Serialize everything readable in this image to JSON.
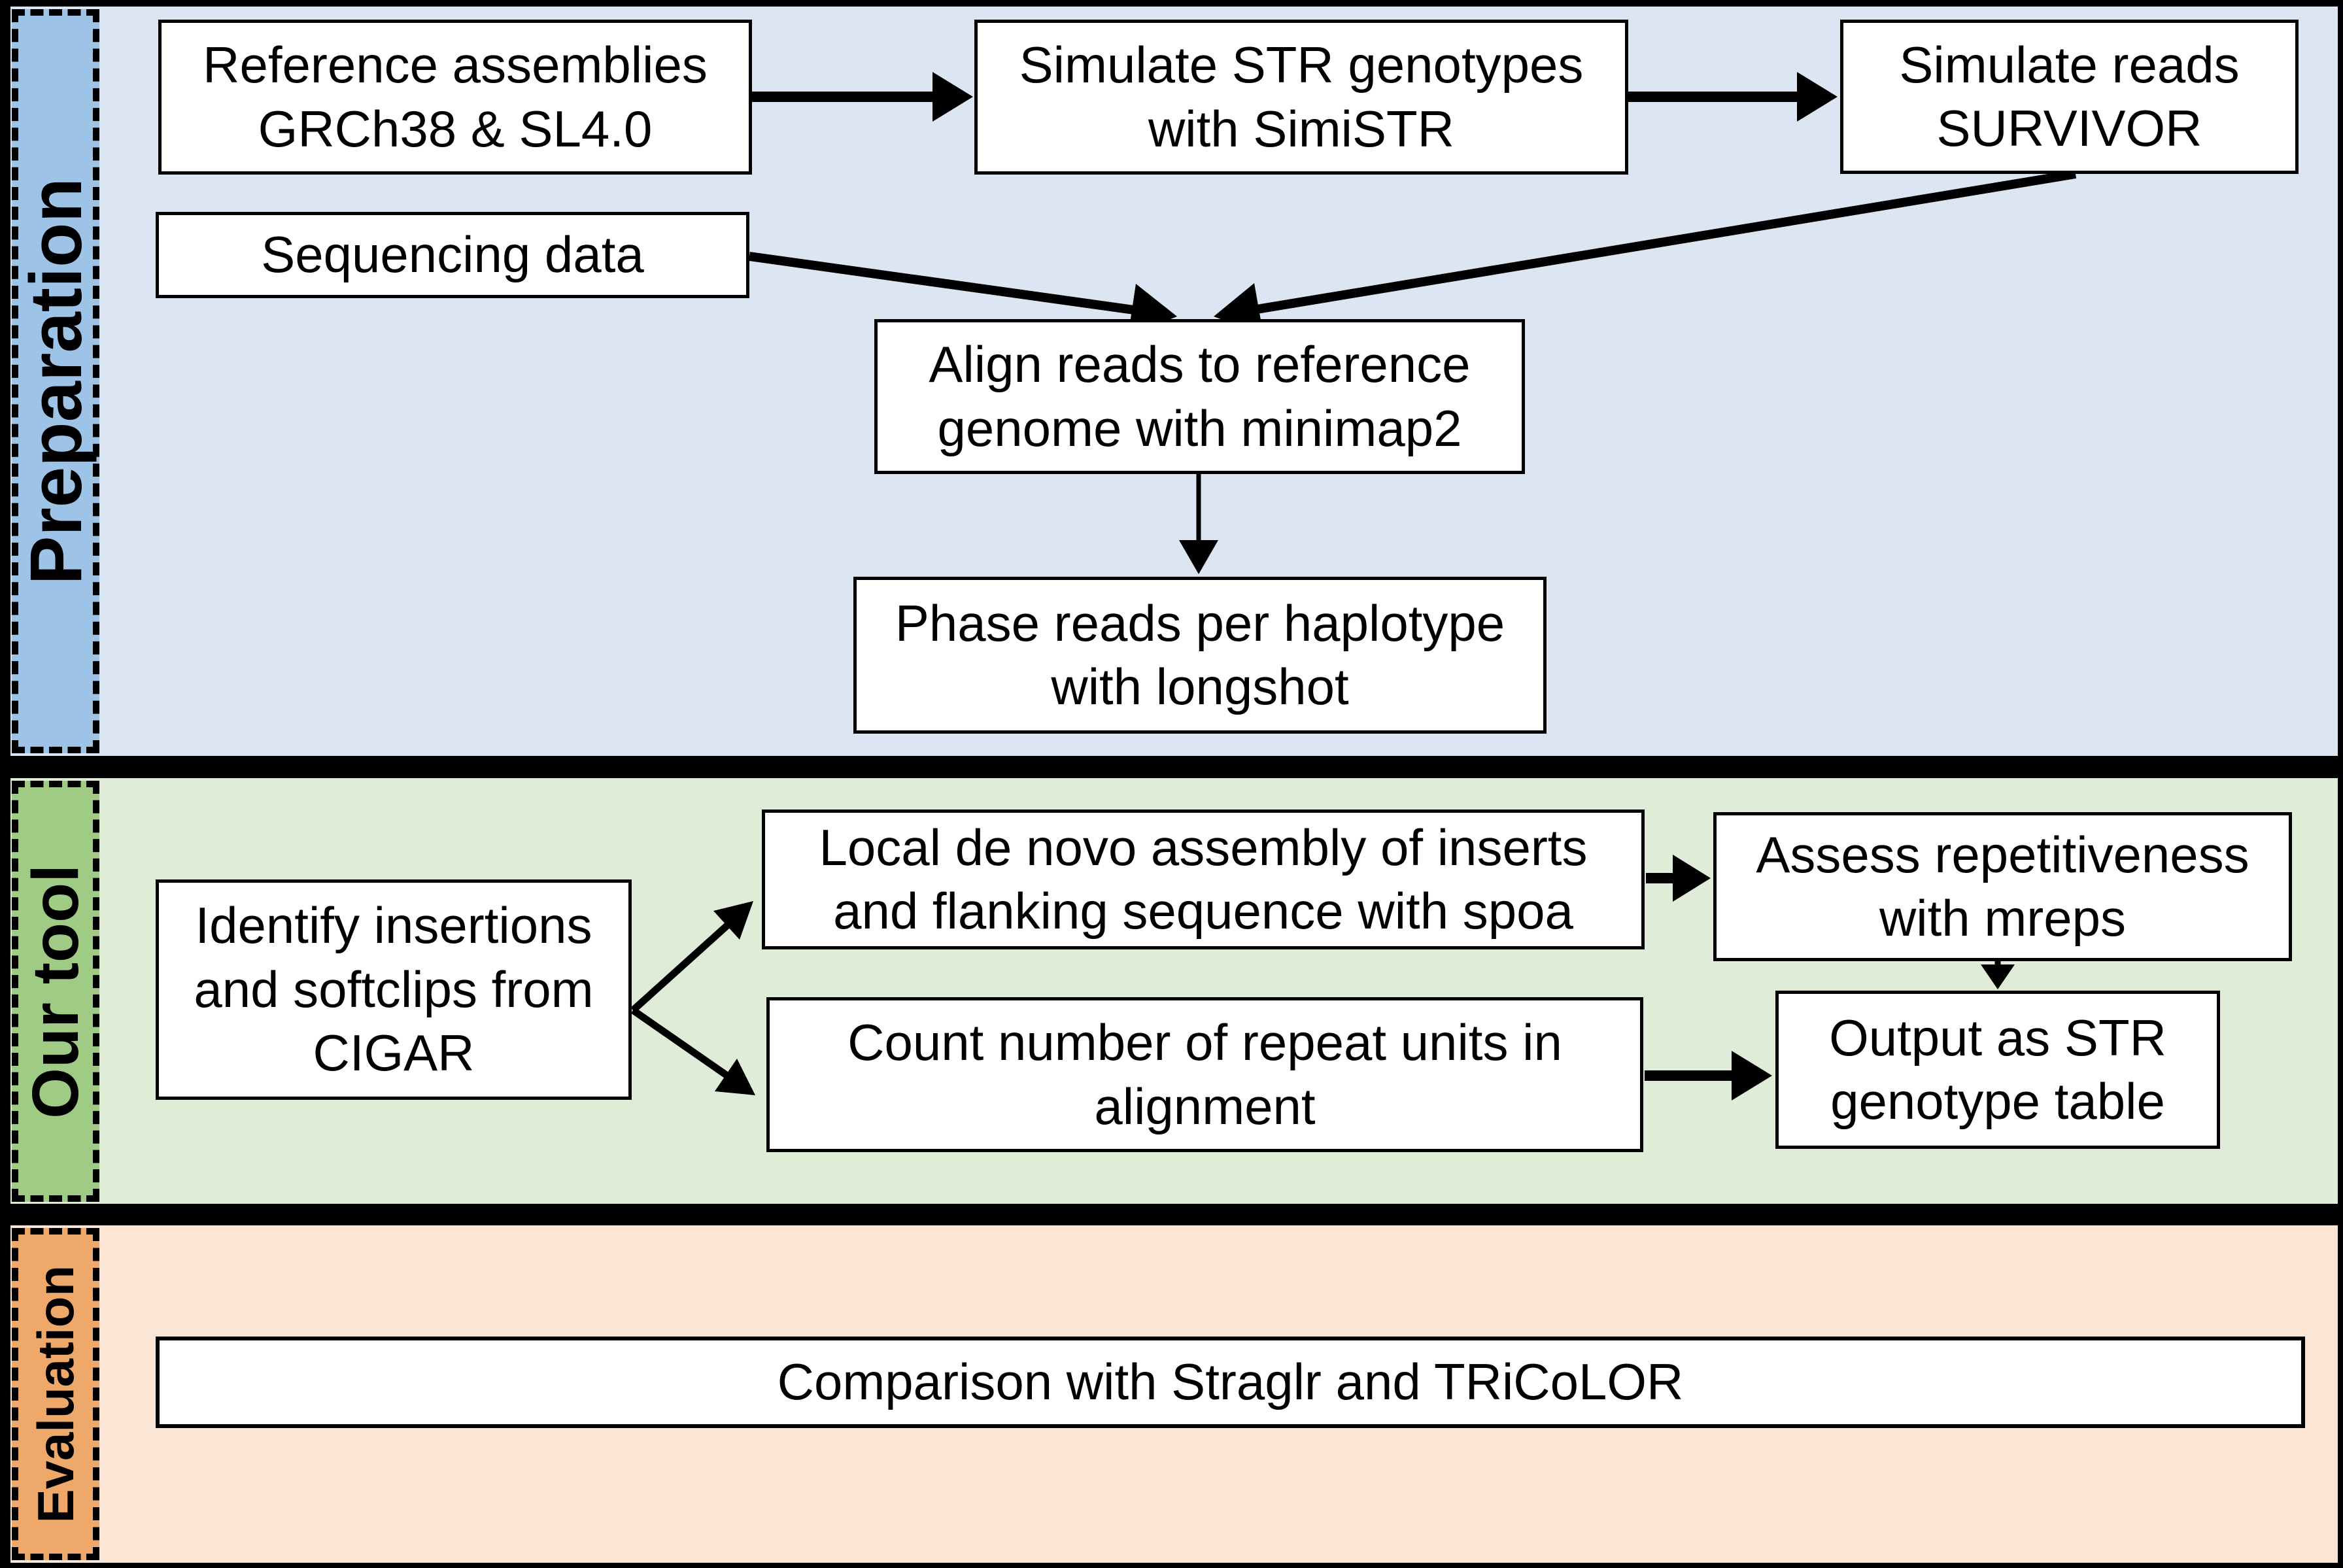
{
  "colors": {
    "preparation_sidebar": "#9dc3e6",
    "preparation_bg": "#dbe6f2",
    "our_tool_sidebar": "#9fcb85",
    "our_tool_bg": "#dfecd7",
    "evaluation_sidebar": "#eea869",
    "evaluation_bg": "#fbe6d6",
    "node_bg": "#ffffff",
    "line": "#000000"
  },
  "sections": {
    "preparation": {
      "label": "Preparation"
    },
    "our_tool": {
      "label": "Our tool"
    },
    "evaluation": {
      "label": "Evaluation"
    }
  },
  "boxes": {
    "reference_assemblies": "Reference assemblies\nGRCh38 & SL4.0",
    "simulate_str": "Simulate STR genotypes\nwith SimiSTR",
    "simulate_reads": "Simulate reads\nSURVIVOR",
    "sequencing_data": "Sequencing data",
    "align_reads": "Align reads to reference\ngenome with minimap2",
    "phase_reads": "Phase reads per haplotype\nwith longshot",
    "identify_insertions": "Identify insertions\nand softclips from\nCIGAR",
    "local_assembly": "Local de novo assembly of inserts\nand flanking sequence with spoa",
    "assess_repetitiveness": "Assess repetitiveness\nwith mreps",
    "count_repeats": "Count number of repeat units in\nalignment",
    "output_table": "Output as STR\ngenotype table",
    "comparison": "Comparison with Straglr and TRiCoLOR"
  }
}
